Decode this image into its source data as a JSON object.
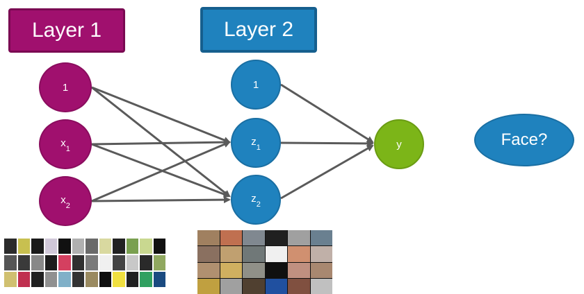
{
  "layers": {
    "layer1": {
      "label": "Layer 1",
      "color": "#a0106e"
    },
    "layer2": {
      "label": "Layer 2",
      "color": "#1f82be"
    }
  },
  "nodes": {
    "l1_bias": {
      "text": "1"
    },
    "l1_x1": {
      "base": "x",
      "sub": "1"
    },
    "l1_x2": {
      "base": "x",
      "sub": "2"
    },
    "l2_bias": {
      "text": "1"
    },
    "l2_z1": {
      "base": "z",
      "sub": "1"
    },
    "l2_z2": {
      "base": "z",
      "sub": "2"
    },
    "output_y": {
      "text": "y"
    }
  },
  "output_label": "Face?",
  "colors": {
    "layer1": "#a0106e",
    "layer2": "#1f82be",
    "output": "#7cb518",
    "edge": "#5a5a5a"
  },
  "patches": {
    "layer1": [
      "#2b2b2b",
      "#c8c050",
      "#1a1a1a",
      "#d0c8d8",
      "#111111",
      "#b0b0b0",
      "#6a6a6a",
      "#d9d9a0",
      "#222222",
      "#7aa050",
      "#c9d890",
      "#111111",
      "#555555",
      "#3a3a3a",
      "#888888",
      "#1c1c1c",
      "#d44060",
      "#303030",
      "#7a7a7a",
      "#f0f0f0",
      "#444444",
      "#c8c8c8",
      "#2a2a2a",
      "#90a860",
      "#d0c070",
      "#c03050",
      "#202020",
      "#909090",
      "#80b0c8",
      "#333333",
      "#9a8a60",
      "#101010",
      "#f0e040",
      "#202020",
      "#30a060",
      "#1a4a80"
    ],
    "layer2": [
      "#a08060",
      "#c07050",
      "#808890",
      "#202020",
      "#a0a0a0",
      "#6a8090",
      "#8a7060",
      "#c0a070",
      "#707878",
      "#f0f0f0",
      "#d09070",
      "#c0b0a8",
      "#b09070",
      "#d0b060",
      "#909088",
      "#101010",
      "#c09080",
      "#a88870",
      "#c0a040",
      "#a0a0a0",
      "#504030",
      "#2050a0",
      "#805040",
      "#c0c0c0"
    ]
  }
}
